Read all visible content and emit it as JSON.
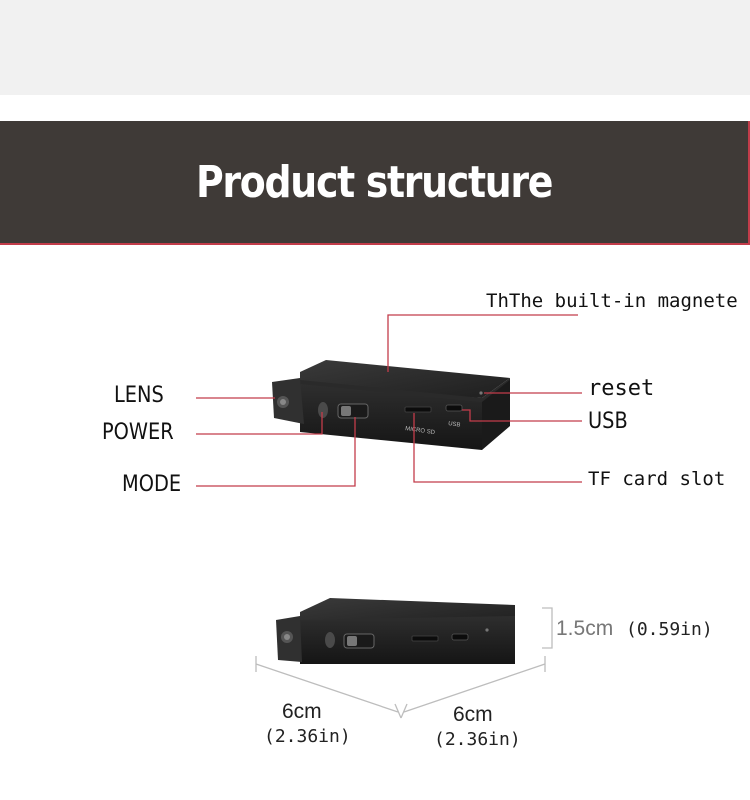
{
  "banner": {
    "title": "Product structure"
  },
  "callouts": {
    "magnet": "ThThe built-in magnete",
    "lens": "LENS",
    "power": "POWER",
    "mode": "MODE",
    "reset": "reset",
    "usb": "USB",
    "tf_slot": "TF card slot"
  },
  "device_markings": {
    "micro_sd": "MICRO SD",
    "usb": "USB"
  },
  "dimensions": {
    "height": {
      "metric": "1.5cm",
      "imperial": "(0.59in)"
    },
    "width": {
      "metric": "6cm",
      "imperial": "(2.36in)"
    },
    "depth": {
      "metric": "6cm",
      "imperial": "(2.36in)"
    }
  },
  "colors": {
    "banner_bg": "#3f3a37",
    "accent": "#c23c4a",
    "device_body": "#2a2a2a"
  }
}
